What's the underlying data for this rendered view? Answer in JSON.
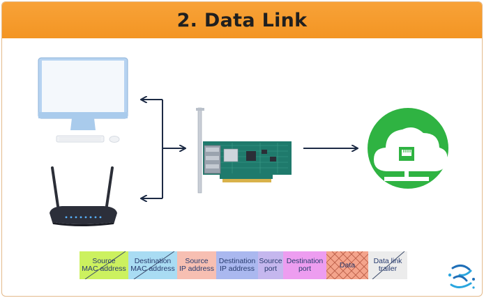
{
  "title": "2. Data Link",
  "devices": {
    "computer": "monitor-and-keyboard",
    "router": "wifi-router",
    "nic": "network-interface-card",
    "cloud": "cloud-network-icon"
  },
  "frame_fields": [
    {
      "label": "Source\nMAC address",
      "color": "#ccf15f",
      "crossed": true
    },
    {
      "label": "Destination\nMAC address",
      "color": "#a9dcf3",
      "crossed": true
    },
    {
      "label": "Source\nIP address",
      "color": "#f7bfb2",
      "crossed": false
    },
    {
      "label": "Destination\nIP address",
      "color": "#aab8ef",
      "crossed": false
    },
    {
      "label": "Source\nport",
      "color": "#c5b7ee",
      "crossed": false
    },
    {
      "label": "Destination\nport",
      "color": "#ed9df0",
      "crossed": false
    },
    {
      "label": "Data",
      "color": "#f4a48c",
      "crossed": false,
      "hatched": true
    },
    {
      "label": "Data link\ntrailer",
      "color": "#ececec",
      "crossed": true
    }
  ],
  "colors": {
    "header": "#f39523",
    "arrow": "#1c2a44",
    "cloud_green": "#2fb342"
  }
}
